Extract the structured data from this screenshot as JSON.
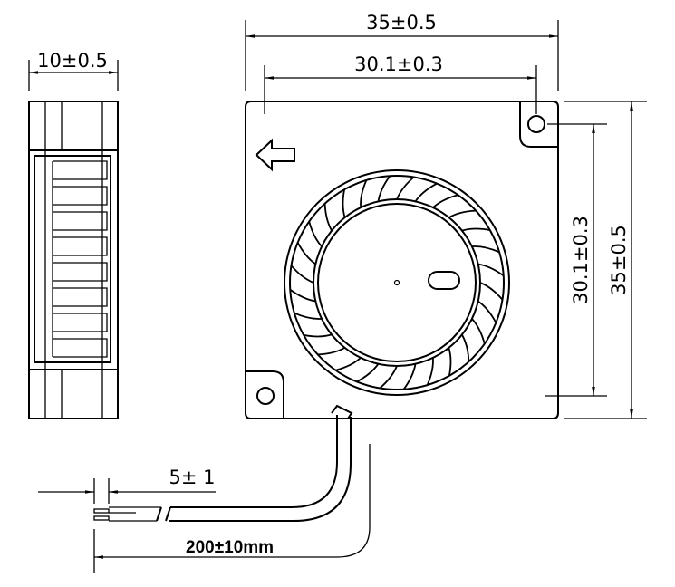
{
  "drawing": {
    "title": "Blower fan dimension drawing",
    "dimensions": {
      "side_thickness": "10±0.5",
      "overall_width": "35±0.5",
      "hole_spacing_h": "30.1±0.3",
      "hole_spacing_v": "30.1±0.3",
      "overall_height": "35±0.5",
      "strip_length": "5± 1",
      "cable_length": "200±10mm"
    },
    "colors": {
      "line": "#000000",
      "background": "#ffffff"
    },
    "blade_count": 28
  }
}
